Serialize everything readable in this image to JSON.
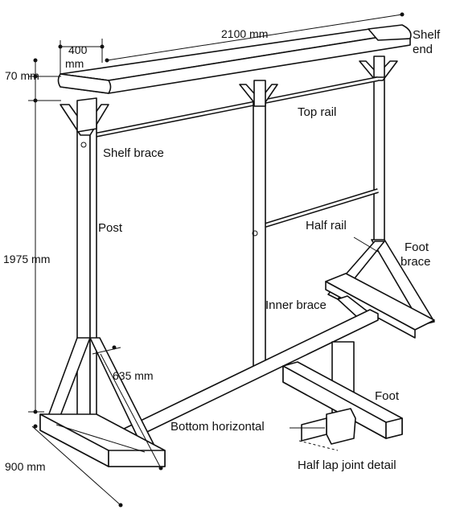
{
  "labels": {
    "shelf_end": [
      "Shelf",
      "end"
    ],
    "top_rail": "Top rail",
    "shelf_brace": "Shelf brace",
    "post": "Post",
    "half_rail": "Half rail",
    "foot_brace": [
      "Foot",
      "brace"
    ],
    "inner_brace": "Inner brace",
    "foot": "Foot",
    "bottom_horizontal": "Bottom horizontal",
    "half_lap_joint_detail": "Half lap joint detail"
  },
  "dimensions": {
    "length": "2100 mm",
    "depth": [
      "400",
      "mm"
    ],
    "shelf_thickness": "70 mm",
    "height": "1975 mm",
    "brace_width": "635 mm",
    "foot_length": "900 mm"
  }
}
